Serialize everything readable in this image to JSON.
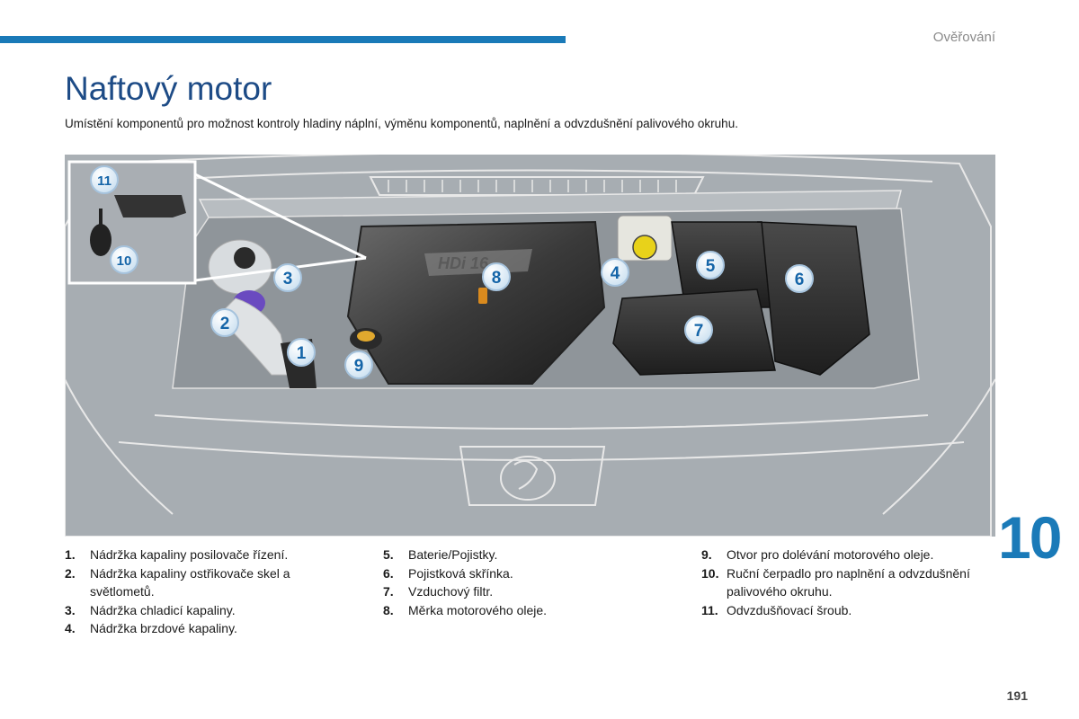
{
  "header": {
    "section": "Ověřování",
    "accent_color": "#1a7ab8"
  },
  "title": "Naftový motor",
  "intro": "Umístění komponentů pro možnost kontroly hladiny náplní, výměnu komponentů, naplnění a odvzdušnění palivového okruhu.",
  "figure": {
    "engine_logo": "HDi 16",
    "callouts": [
      "1",
      "2",
      "3",
      "4",
      "5",
      "6",
      "7",
      "8",
      "9",
      "10",
      "11"
    ]
  },
  "legend": {
    "col1": [
      {
        "num": "1.",
        "text": "Nádržka kapaliny posilovače řízení."
      },
      {
        "num": "2.",
        "text": "Nádržka kapaliny ostřikovače skel a světlometů."
      },
      {
        "num": "3.",
        "text": "Nádržka chladicí kapaliny."
      },
      {
        "num": "4.",
        "text": "Nádržka brzdové kapaliny."
      }
    ],
    "col2": [
      {
        "num": "5.",
        "text": "Baterie/Pojistky."
      },
      {
        "num": "6.",
        "text": "Pojistková skřínka."
      },
      {
        "num": "7.",
        "text": "Vzduchový filtr."
      },
      {
        "num": "8.",
        "text": "Měrka motorového oleje."
      }
    ],
    "col3": [
      {
        "num": "9.",
        "text": "Otvor pro dolévání motorového oleje."
      },
      {
        "num": "10.",
        "text": "Ruční čerpadlo pro naplnění a odvzdušnění palivového okruhu."
      },
      {
        "num": "11.",
        "text": "Odvzdušňovací šroub."
      }
    ]
  },
  "chapter_number": "10",
  "page_number": "191"
}
